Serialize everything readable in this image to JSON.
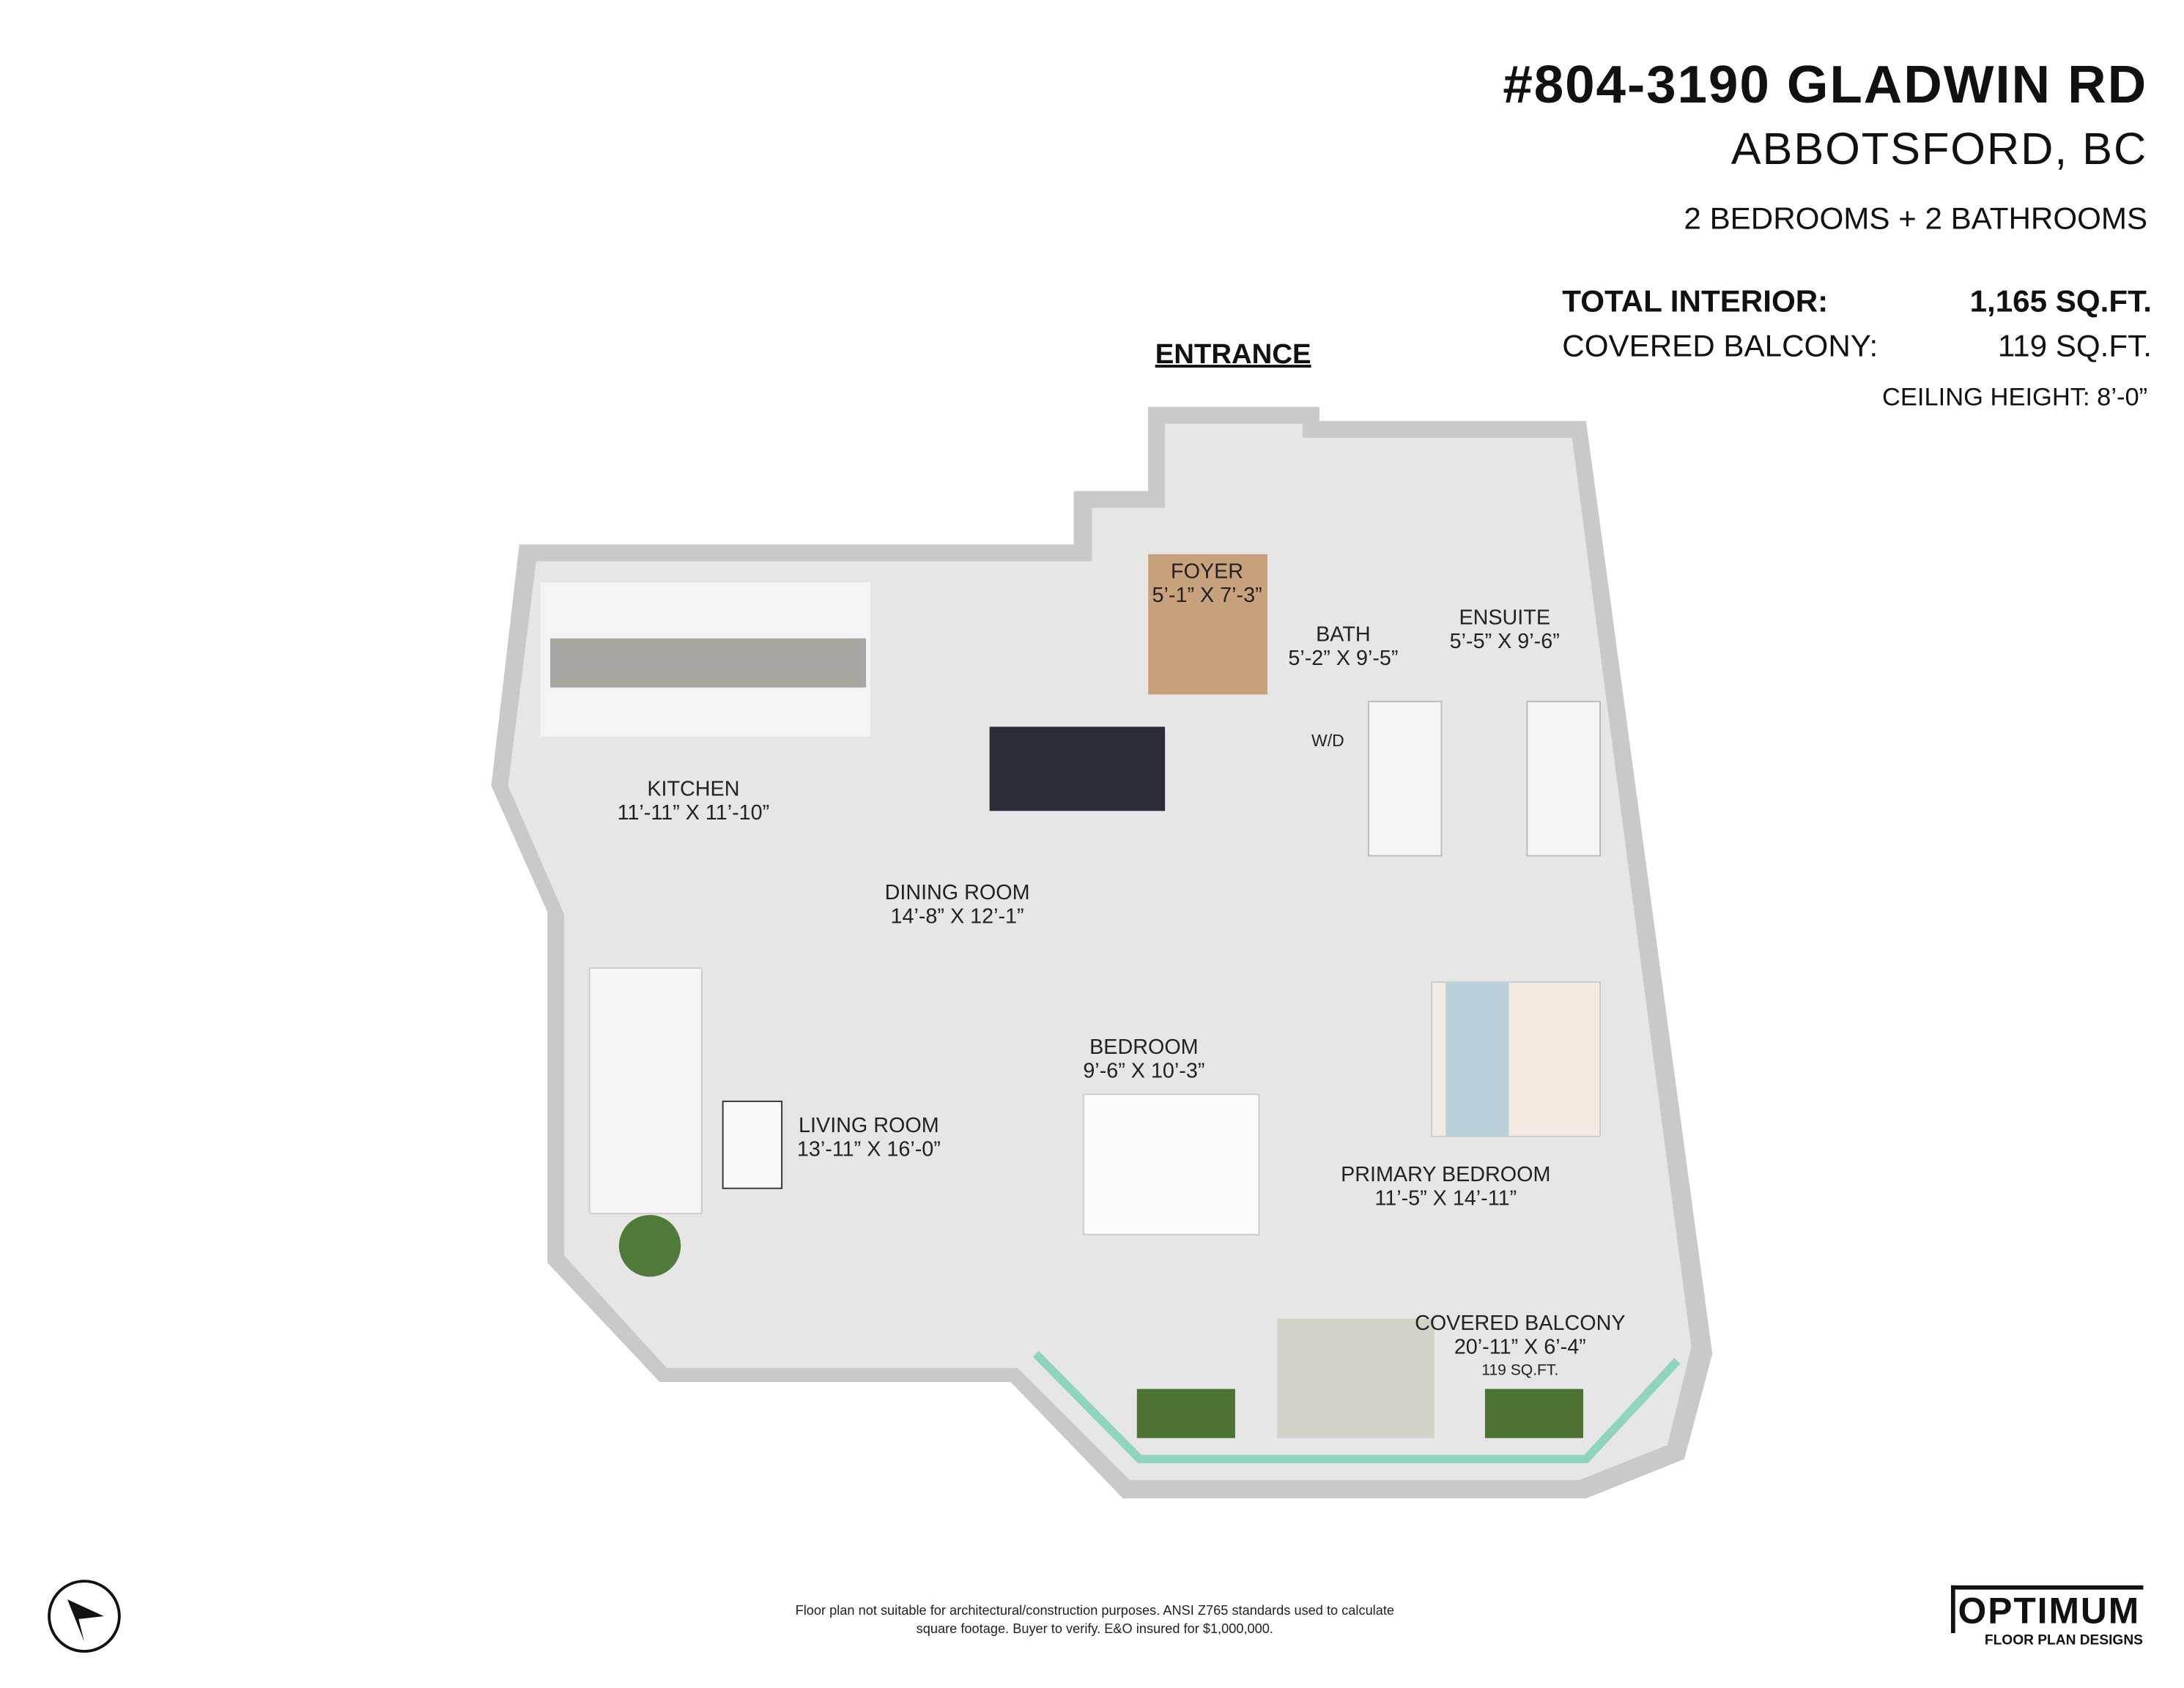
{
  "header": {
    "address": "#804-3190 GLADWIN RD",
    "city": "ABBOTSFORD, BC",
    "summary": "2 BEDROOMS + 2 BATHROOMS"
  },
  "stats": {
    "total_interior_label": "TOTAL INTERIOR:",
    "total_interior_value": "1,165 SQ.FT.",
    "balcony_label": "COVERED BALCONY:",
    "balcony_value": "119 SQ.FT.",
    "ceiling": "CEILING HEIGHT: 8’-0”"
  },
  "entrance": "ENTRANCE",
  "rooms": {
    "foyer": {
      "name": "FOYER",
      "dims": "5’-1” X 7’-3”"
    },
    "bath": {
      "name": "BATH",
      "dims": "5’-2” X 9’-5”"
    },
    "ensuite": {
      "name": "ENSUITE",
      "dims": "5’-5” X 9’-6”"
    },
    "kitchen": {
      "name": "KITCHEN",
      "dims": "11’-11” X 11’-10”"
    },
    "dining": {
      "name": "DINING ROOM",
      "dims": "14’-8” X 12’-1”"
    },
    "bedroom": {
      "name": "BEDROOM",
      "dims": "9’-6” X 10’-3”"
    },
    "living": {
      "name": "LIVING ROOM",
      "dims": "13’-11” X 16’-0”"
    },
    "primary": {
      "name": "PRIMARY BEDROOM",
      "dims": "11’-5” X 14’-11”"
    },
    "balcony": {
      "name": "COVERED BALCONY",
      "dims": "20’-11” X 6’-4”",
      "area": "119 SQ.FT."
    },
    "laundry": {
      "name": "W/D"
    }
  },
  "footer": {
    "disclaimer": "Floor plan not suitable for architectural/construction purposes. ANSI Z765 standards used to calculate square footage. Buyer to verify.  E&O insured for $1,000,000.",
    "logo": "OPTIMUM",
    "logo_sub": "FLOOR PLAN DESIGNS",
    "compass": "north-arrow-icon"
  }
}
